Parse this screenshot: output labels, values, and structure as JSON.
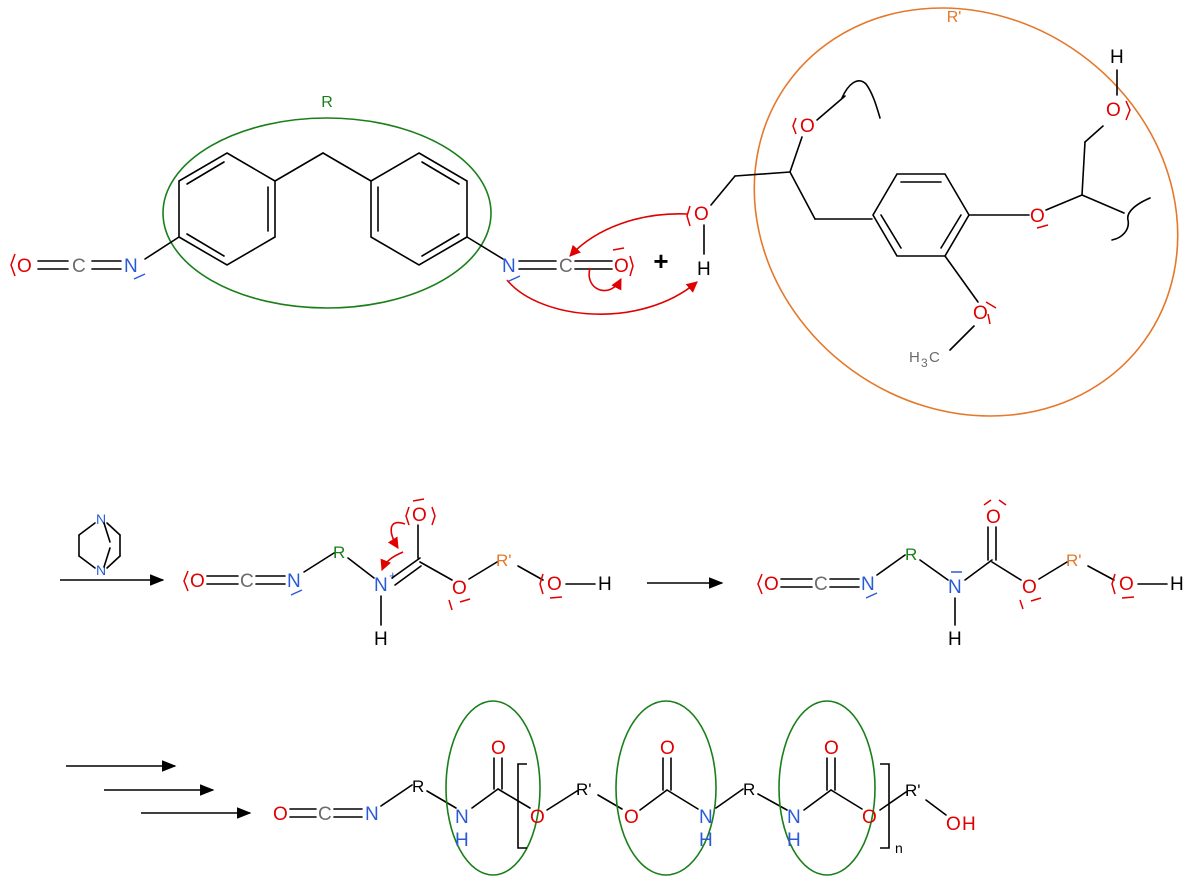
{
  "colors": {
    "oxygen": "#e00000",
    "nitrogen": "#2a5bd7",
    "carbon_gray": "#6b6b6b",
    "R_group": "#1a7f1a",
    "Rprime_group": "#e5782a",
    "arrow": "#e00000",
    "black": "#000000"
  },
  "atoms": {
    "O": "O",
    "N": "N",
    "C": "C",
    "H": "H",
    "NH": "N",
    "Hsub": "H",
    "plus": "+",
    "nplus": "+",
    "H3C_H": "H",
    "H3C_3": "3",
    "H3C_C": "C"
  },
  "labels": {
    "R": "R",
    "Rprime": "R'",
    "n": "n",
    "OH_O": "O",
    "OH_H": "H"
  },
  "icons": {
    "catalyst": "dabco-bicyclic-icon",
    "reaction_arrow": "arrow-right-icon",
    "curly_arrow": "curved-electron-arrow-icon"
  }
}
